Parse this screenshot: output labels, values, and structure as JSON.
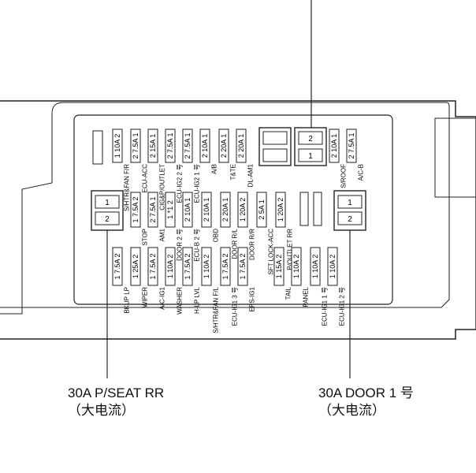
{
  "fuses_top": [
    {
      "rating": "10A",
      "id": "1",
      "label": "S/HTR&FAN F/R"
    },
    {
      "rating": "7.5A",
      "id": "2",
      "label": "ECU-ACC"
    },
    {
      "rating": "15A",
      "id": "2",
      "label": "CIG&P/OUTLET"
    },
    {
      "rating": "7.5A",
      "id": "2",
      "label": "ECU-IG2 2 号"
    },
    {
      "rating": "7.5A",
      "id": "2",
      "label": "ECU-IG2 1 号"
    },
    {
      "rating": "10A",
      "id": "2",
      "label": "A/B"
    },
    {
      "rating": "20A",
      "id": "2",
      "label": "T&TE"
    },
    {
      "rating": "20A",
      "id": "2",
      "label": "DL-AM1"
    },
    {
      "rating": "10A",
      "id": "2",
      "label": "S/ROOF"
    },
    {
      "rating": "7.5A",
      "id": "2",
      "label": "A/C-B"
    }
  ],
  "fuses_mid": [
    {
      "rating": "7.5A",
      "id": "1",
      "label": "STOP"
    },
    {
      "rating": "7.5A",
      "id": "2",
      "label": "AM1"
    },
    {
      "rating": "*1",
      "id": "1",
      "label": "DOOR 2 号"
    },
    {
      "rating": "10A",
      "id": "2",
      "label": "ECU-B 2 号"
    },
    {
      "rating": "10A",
      "id": "2",
      "label": "OBD"
    },
    {
      "rating": "20A",
      "id": "2",
      "label": "DOOR R/L"
    },
    {
      "rating": "20A",
      "id": "1",
      "label": "DOOR R/R"
    },
    {
      "rating": "5A",
      "id": "2",
      "label": "SFT LOCK-ACC"
    },
    {
      "rating": "20A",
      "id": "1",
      "label": "P/OUTLET RR"
    }
  ],
  "fuses_bottom": [
    {
      "rating": "7.5A",
      "id": "1",
      "label": "BKUP LP"
    },
    {
      "rating": "25A",
      "id": "1",
      "label": "WIPER"
    },
    {
      "rating": "7.5A",
      "id": "1",
      "label": "A/C-IG1"
    },
    {
      "rating": "10A",
      "id": "1",
      "label": "WASHER"
    },
    {
      "rating": "7.5A",
      "id": "1",
      "label": "H-LP LVL"
    },
    {
      "rating": "10A",
      "id": "1",
      "label": "S/HTR&FAN F/L"
    },
    {
      "rating": "7.5A",
      "id": "1",
      "label": "ECU-IG1 3 号"
    },
    {
      "rating": "7.5A",
      "id": "1",
      "label": "EPS-IG1"
    },
    {
      "rating": "15A",
      "id": "1",
      "label": "TAIL"
    },
    {
      "rating": "10A",
      "id": "1",
      "label": "PANEL"
    },
    {
      "rating": "10A",
      "id": "1",
      "label": "ECU-IG1 1 号"
    },
    {
      "rating": "10A",
      "id": "1",
      "label": "ECU-IG1 2 号"
    }
  ],
  "relay_pins": {
    "top": "1",
    "bottom": "2",
    "top_right_upper": "2",
    "top_right_lower": "1"
  },
  "callouts": {
    "left_line1": "30A P/SEAT RR",
    "left_line2": "（大电流）",
    "right_line1": "30A DOOR 1 号",
    "right_line2": "（大电流）"
  }
}
